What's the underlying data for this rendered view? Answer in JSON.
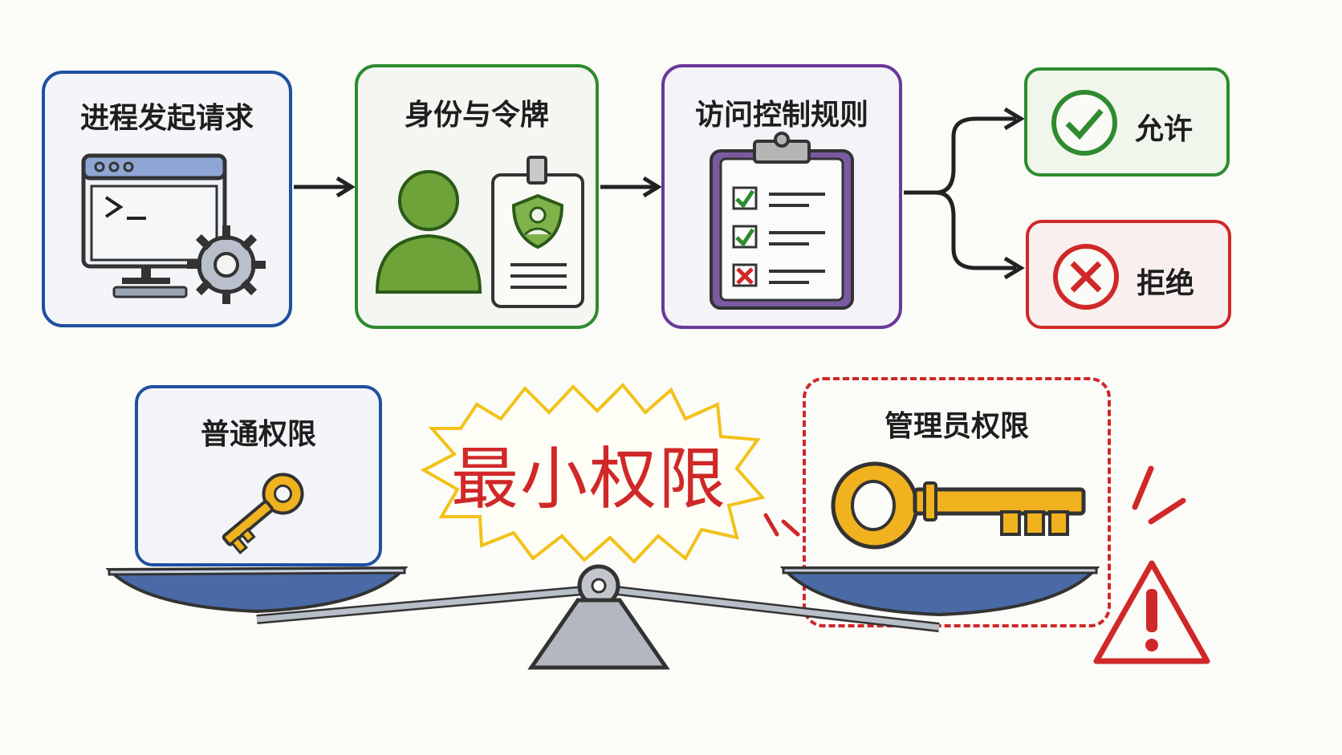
{
  "flow": {
    "steps": [
      {
        "title": "进程发起请求",
        "icon": "terminal-gear-icon"
      },
      {
        "title": "身份与令牌",
        "icon": "user-id-badge-icon"
      },
      {
        "title": "访问控制规则",
        "icon": "clipboard-checklist-icon"
      }
    ],
    "outcomes": {
      "allow": {
        "label": "允许",
        "icon": "check-circle-icon",
        "color": "#2e8b2e"
      },
      "deny": {
        "label": "拒绝",
        "icon": "x-circle-icon",
        "color": "#d02828"
      }
    }
  },
  "balance": {
    "center_label": "最小权限",
    "left_pan": {
      "label": "普通权限",
      "icon": "small-key-icon"
    },
    "right_pan": {
      "label": "管理员权限",
      "icon": "large-key-icon"
    },
    "warning_icon": "warning-triangle-icon"
  },
  "colors": {
    "blue": "#1f4fa0",
    "green": "#2e8b2e",
    "purple": "#6a3a9a",
    "red": "#d02828",
    "gold": "#f0b21e",
    "burst": "#f2c21a"
  }
}
